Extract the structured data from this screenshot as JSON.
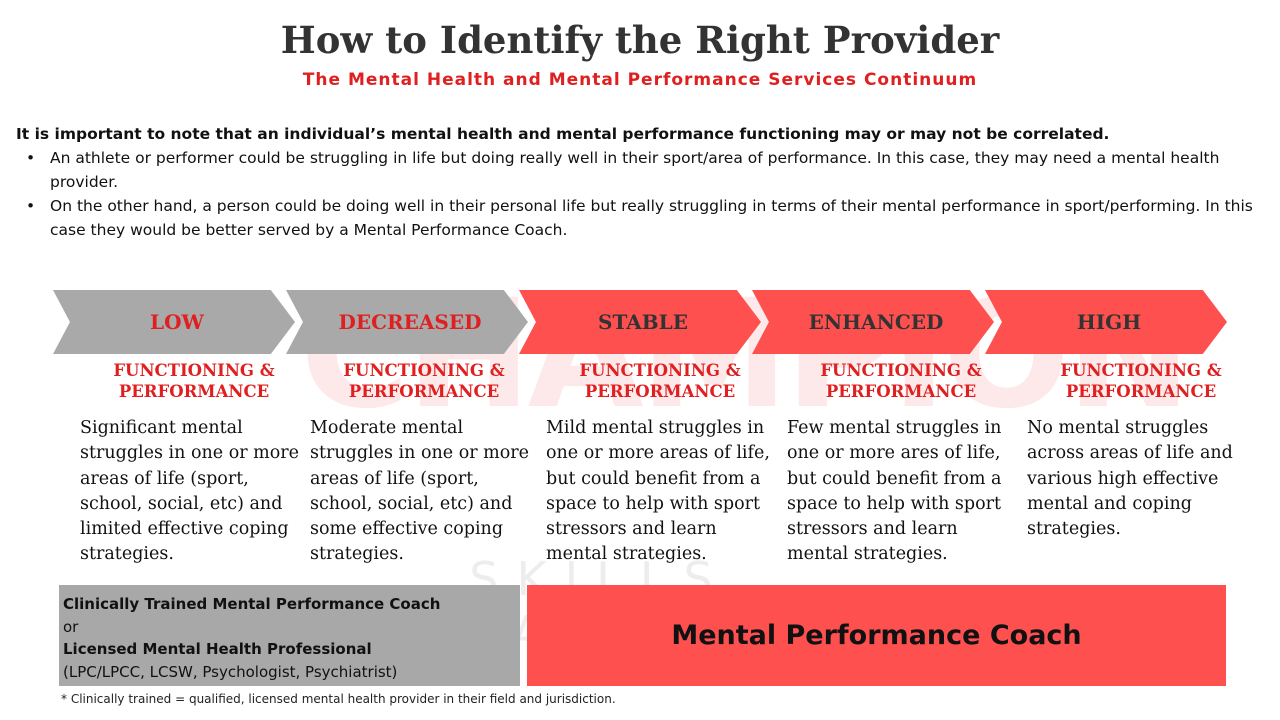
{
  "header": {
    "title": "How to Identify the Right Provider",
    "subtitle": "The Mental Health and Mental Performance Services Continuum"
  },
  "intro": {
    "lead": "It is important to note that an individual’s mental health and mental performance functioning may or may not be correlated.",
    "bullets": [
      "An athlete or performer could be struggling in life but doing really well in their sport/area of performance. In this case, they may need a mental health provider.",
      "On the other hand, a person could be doing well in their personal life but really struggling in terms of their mental performance in sport/performing. In this case they would be better served by a Mental Performance Coach."
    ]
  },
  "continuum": [
    {
      "label": "LOW",
      "color": "#a9a9a9",
      "label_color": "#e02020",
      "subtitle": "FUNCTIONING & PERFORMANCE",
      "description": "Significant mental struggles in one or more areas of life (sport, school, social, etc) and limited effective coping strategies."
    },
    {
      "label": "DECREASED",
      "color": "#a9a9a9",
      "label_color": "#e02020",
      "subtitle": "FUNCTIONING & PERFORMANCE",
      "description": "Moderate mental struggles in one or more areas of life (sport, school, social, etc) and some effective coping strategies."
    },
    {
      "label": "STABLE",
      "color": "#ff5050",
      "label_color": "#333333",
      "subtitle": "FUNCTIONING & PERFORMANCE",
      "description": "Mild mental struggles in one or more areas of life, but could benefit from a space to help with sport stressors and learn mental strategies."
    },
    {
      "label": "ENHANCED",
      "color": "#ff5050",
      "label_color": "#333333",
      "subtitle": "FUNCTIONING & PERFORMANCE",
      "description": "Few mental struggles in one or more ares of life, but could benefit from a space to help with sport stressors and learn mental strategies."
    },
    {
      "label": "HIGH",
      "color": "#ff5050",
      "label_color": "#333333",
      "subtitle": "FUNCTIONING & PERFORMANCE",
      "description": "No mental struggles across areas of life and various high effective mental and coping strategies."
    }
  ],
  "providers": {
    "clinical": {
      "line1": "Clinically Trained Mental Performance Coach",
      "line2": "or",
      "line3": "Licensed Mental Health Professional",
      "line4": "(LPC/LPCC, LCSW, Psychologist, Psychiatrist)"
    },
    "coach": "Mental Performance Coach"
  },
  "footnote": "* Clinically trained = qualified, licensed mental health provider in their field and jurisdiction.",
  "watermark": {
    "main": "CHAMPION",
    "sub": "SKILLS TRAINING"
  },
  "colors": {
    "accent_red": "#e02020",
    "bar_red": "#ff5050",
    "bar_grey": "#a9a9a9"
  }
}
